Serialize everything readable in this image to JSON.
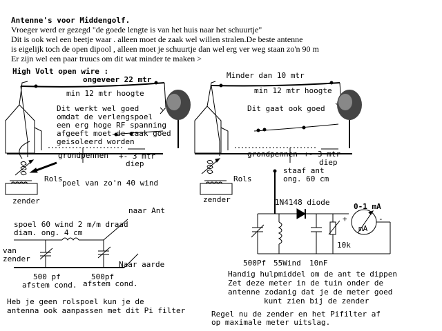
{
  "header": {
    "title": "Antenne's voor Middengolf.",
    "intro": [
      "Vroeger werd er gezegd \"de goede lengte is van het huis naar het schuurtje\"",
      "Dit is ook wel een beetje waar . alleen moet de zaak wel willen stralen.De beste antenne",
      "is eigelijk toch de open dipool , alleen moet je schuurtje dan wel erg ver weg staan zo'n 90 m",
      "Er zijn wel een paar truucs om dit wat minder te maken >"
    ]
  },
  "left_scene": {
    "section_title": "High Volt open wire :",
    "length_label": "ongeveer 22 mtr",
    "height_label": "min 12 mtr hoogte",
    "note": [
      "Dit werkt wel goed",
      "omdat de verlengspoel",
      "een erg hoge RF spanning",
      "afgeeft moet de zaak goed",
      "geisoleerd worden"
    ],
    "ground_label": "grondpennen",
    "depth_label": [
      "+- 3 mtr",
      "diep"
    ],
    "rols_label": "Rols",
    "coil_label": "poel van zo'n 40 wind",
    "transmitter_label": "zender"
  },
  "right_scene": {
    "length_label": "Minder dan 10 mtr",
    "height_label": "min 12 mtr hoogte",
    "note": "Dit gaat ook goed",
    "ground_label": "grondpennen",
    "depth_label": [
      "+- 3 mtr",
      "diep"
    ],
    "rols_label": "Rols",
    "transmitter_label": "zender"
  },
  "pi_filter": {
    "to_antenna": "naar Ant",
    "coil_spec": [
      "spoel 60 wind 2 m/m draad",
      "diam. ong. 4 cm"
    ],
    "from_transmitter": [
      "van",
      "zender"
    ],
    "to_ground": "Naar aarde",
    "cap_left": [
      "500 pf",
      "afstem cond."
    ],
    "cap_right": [
      "500pf",
      "afstem cond."
    ],
    "note": [
      "Heb je geen rolspoel kun je de",
      "antenna ook aanpassen met dit Pi filter"
    ]
  },
  "meter_circuit": {
    "antenna_label": [
      "staaf ant",
      "ong. 60 cm"
    ],
    "diode_label": "1N4148 diode",
    "meter_range": "0-1 mA",
    "meter_plus": "+",
    "meter_minus": "-",
    "meter_unit": "mA",
    "resistor_label": "10k",
    "component_labels": [
      "500Pf",
      "55Wind",
      "10nF"
    ],
    "note": [
      "Handig hulpmiddel om de ant te dippen",
      "Zet deze meter in de tuin onder de",
      "antenne zodanig dat je de meter goed",
      "kunt zien bij de zender"
    ],
    "instruction": [
      "Regel nu de zender en het Pifilter af",
      "op maximale meter uitslag."
    ]
  }
}
